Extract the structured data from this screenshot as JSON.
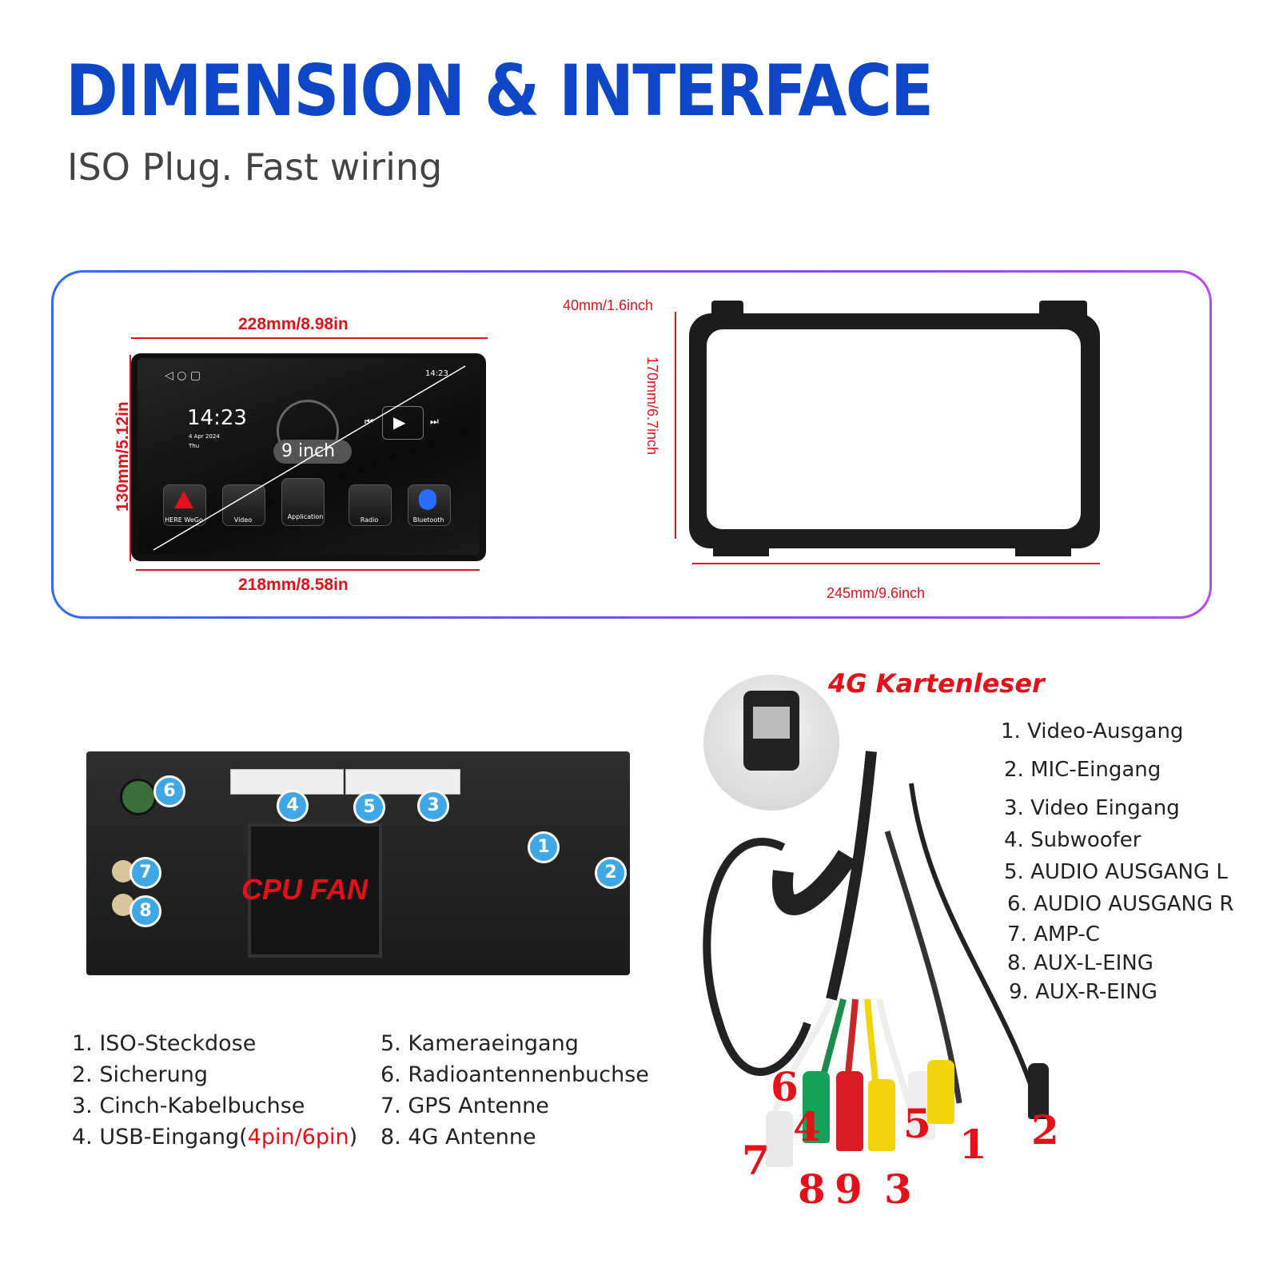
{
  "header": {
    "title": "DIMENSION & INTERFACE",
    "subtitle": "ISO Plug. Fast wiring"
  },
  "dimensions": {
    "screen_top_width": "228mm/8.98in",
    "screen_bottom_width": "218mm/8.58in",
    "screen_height": "130mm/5.12in",
    "screen_size": "9 inch",
    "frame_depth": "40mm/1.6inch",
    "frame_height": "170mm/6.7inch",
    "frame_width": "245mm/9.6inch"
  },
  "screen_ui": {
    "time": "14:23",
    "date": "4 Apr 2024",
    "day": "Thu",
    "status_time": "14:23",
    "apps": [
      "HERE WeGo",
      "Video",
      "Application",
      "Radio",
      "Bluetooth"
    ]
  },
  "back_panel": {
    "cpu_fan_label": "CPU FAN",
    "badges": [
      "1",
      "2",
      "3",
      "4",
      "5",
      "6",
      "7",
      "8"
    ]
  },
  "panel_legend_left": [
    "1. ISO-Steckdose",
    "2. Sicherung",
    "3. Cinch-Kabelbuchse"
  ],
  "panel_legend_usb": {
    "prefix": "4. USB-Eingang(",
    "highlight": "4pin/6pin",
    "suffix": ")"
  },
  "panel_legend_right": [
    "5. Kameraeingang",
    "6. Radioantennenbuchse",
    "7. GPS Antenne",
    "8. 4G Antenne"
  ],
  "cable": {
    "card_reader_label": "4G Kartenleser",
    "connector_numbers": [
      "6",
      "4",
      "5",
      "1",
      "2",
      "7",
      "8",
      "9",
      "3"
    ]
  },
  "cable_legend": [
    "1. Video-Ausgang",
    "2. MIC-Eingang",
    "3. Video Eingang",
    "4. Subwoofer",
    "5. AUDIO AUSGANG L",
    "6. AUDIO AUSGANG R",
    "7. AMP-C",
    "8. AUX-L-EING",
    "9. AUX-R-EING"
  ],
  "colors": {
    "title_blue": "#0d47c7",
    "dimension_red": "#e4101a",
    "badge_blue": "#3ea7e6"
  }
}
